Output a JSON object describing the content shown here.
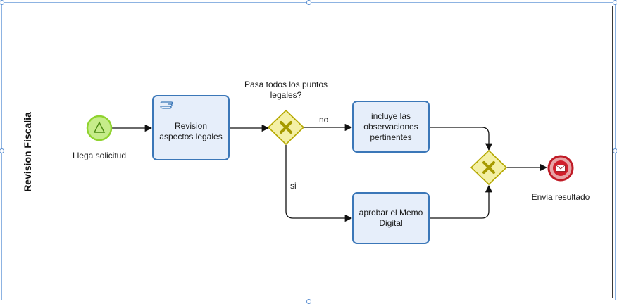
{
  "lane": {
    "title": "Revision Fiscalia"
  },
  "events": {
    "start": {
      "label": "Llega solicitud",
      "icon": "triangle-icon",
      "color": "#8fd32e"
    },
    "end": {
      "label": "Envia resultado",
      "icon": "envelope-icon",
      "color": "#d11f2b"
    }
  },
  "tasks": {
    "review": {
      "label": "Revision aspectos legales",
      "icon": "manual-task-hand-icon"
    },
    "include": {
      "label": "incluye las observaciones pertinentes"
    },
    "approve": {
      "label": "aprobar el Memo Digital"
    }
  },
  "gateways": {
    "decision": {
      "question": "Pasa todos los puntos legales?",
      "icon": "exclusive-x-icon",
      "color": "#f2ef9a"
    },
    "merge": {
      "icon": "exclusive-x-icon",
      "color": "#f2ef9a"
    }
  },
  "flows": {
    "no_label": "no",
    "yes_label": "si"
  },
  "colors": {
    "task_fill": "#e6eefa",
    "task_border": "#3b77b8",
    "gateway_border": "#b5a800"
  }
}
